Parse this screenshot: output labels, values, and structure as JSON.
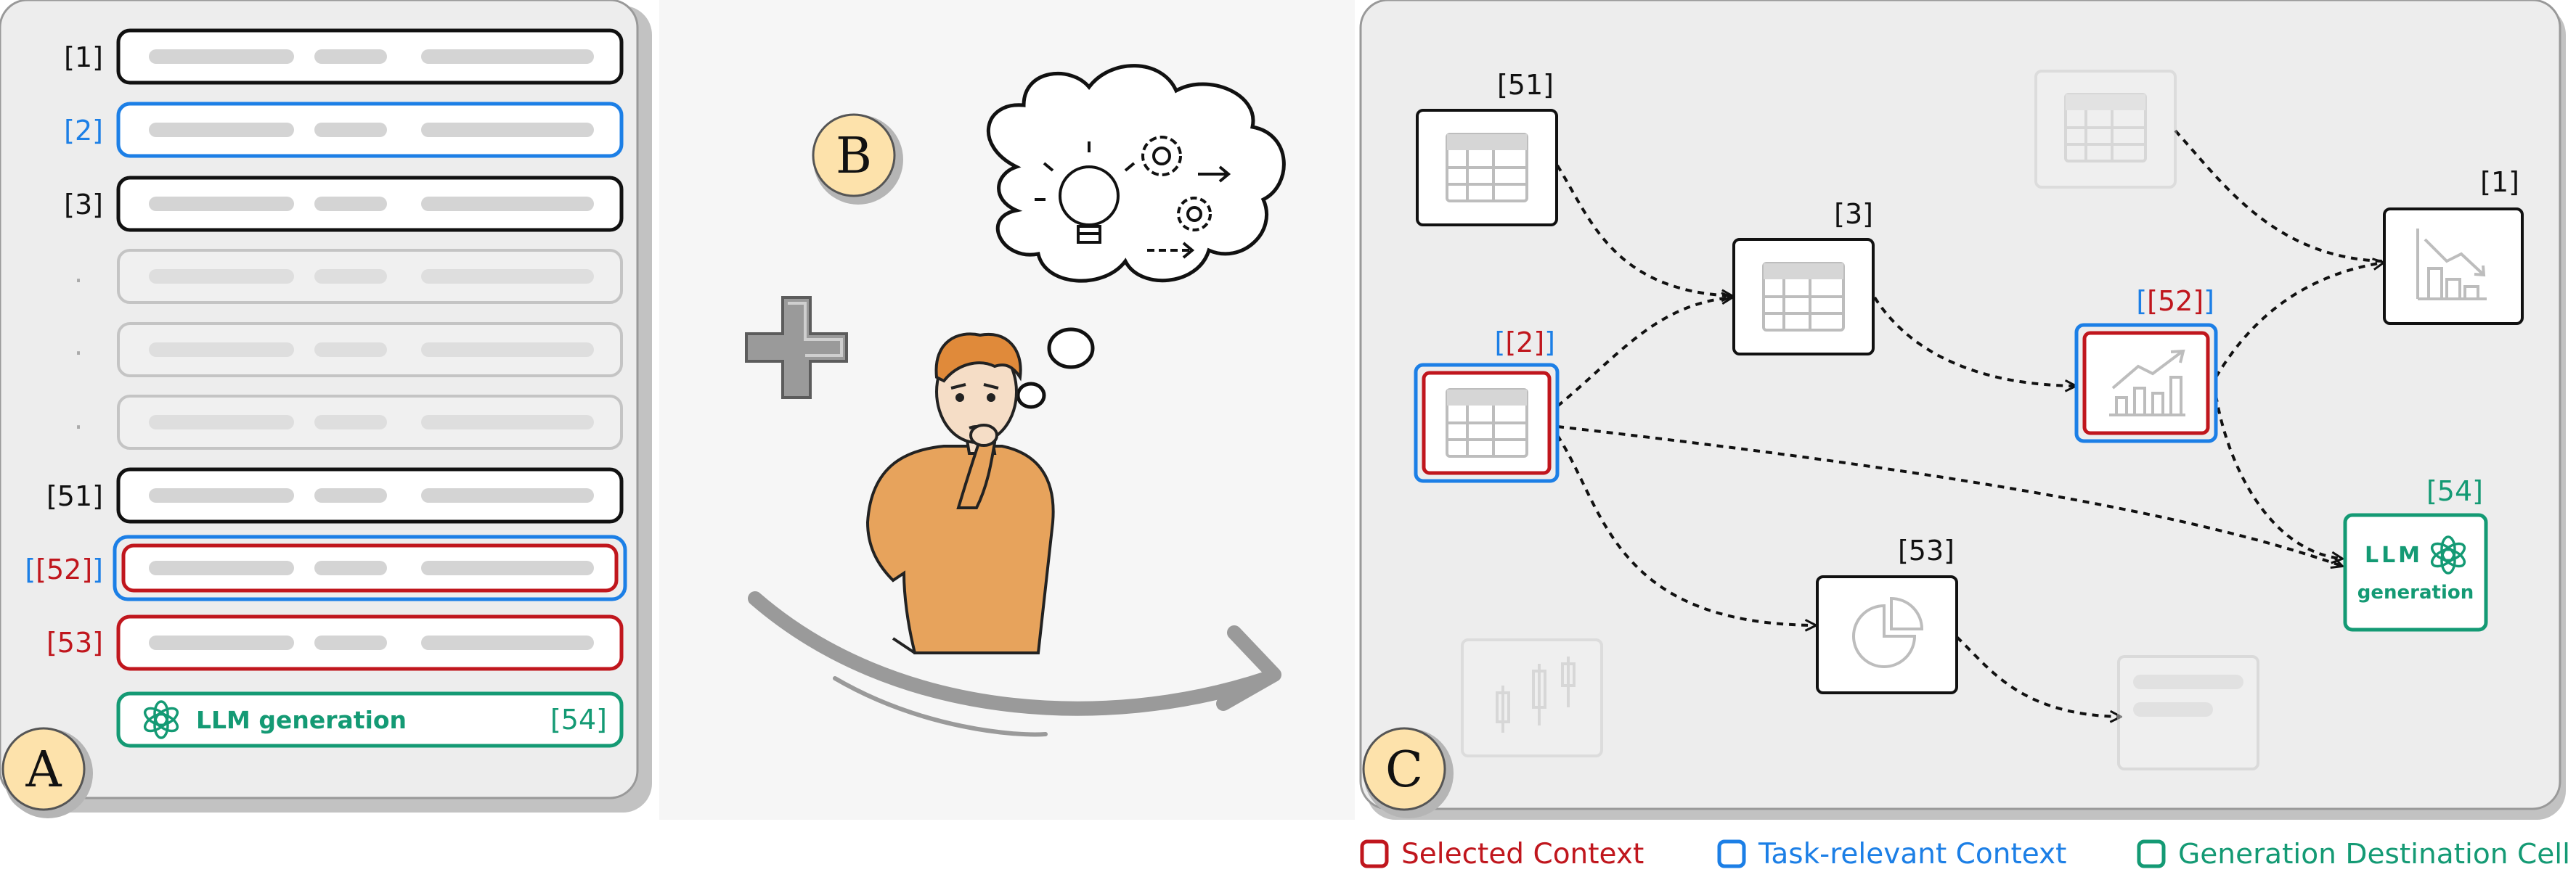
{
  "panel_a": {
    "marker": "A",
    "cells": [
      {
        "label": "[1]",
        "kind": "normal"
      },
      {
        "label": "[2]",
        "kind": "relevant"
      },
      {
        "label": "[3]",
        "kind": "normal"
      },
      {
        "label": "·",
        "kind": "faded"
      },
      {
        "label": "·",
        "kind": "faded"
      },
      {
        "label": "·",
        "kind": "faded"
      },
      {
        "label": "[51]",
        "kind": "normal"
      },
      {
        "label": "[52]",
        "kind": "both"
      },
      {
        "label": "[53]",
        "kind": "selected"
      }
    ],
    "generation_cell": {
      "text": "LLM generation",
      "label": "[54]"
    }
  },
  "panel_b": {
    "marker": "B"
  },
  "panel_c": {
    "marker": "C",
    "nodes": {
      "n51": {
        "label": "[51]",
        "icon": "table-icon"
      },
      "n3": {
        "label": "[3]",
        "icon": "table-icon"
      },
      "n2": {
        "label": "[2]",
        "icon": "table-icon"
      },
      "n52": {
        "label": "[52]",
        "icon": "line-chart-icon"
      },
      "n1": {
        "label": "[1]",
        "icon": "bar-chart-icon"
      },
      "n53": {
        "label": "[53]",
        "icon": "pie-chart-icon"
      },
      "n54": {
        "label": "[54]",
        "line1": "LLM",
        "line2": "generation"
      }
    }
  },
  "legend": {
    "selected": "Selected Context",
    "relevant": "Task-relevant Context",
    "generation": "Generation Destination Cell"
  },
  "colors": {
    "selected": "#c0161d",
    "relevant": "#1c7fe6",
    "generation": "#149a74",
    "panel_bg": "#ededed",
    "marker_fill": "#fde2ab"
  }
}
